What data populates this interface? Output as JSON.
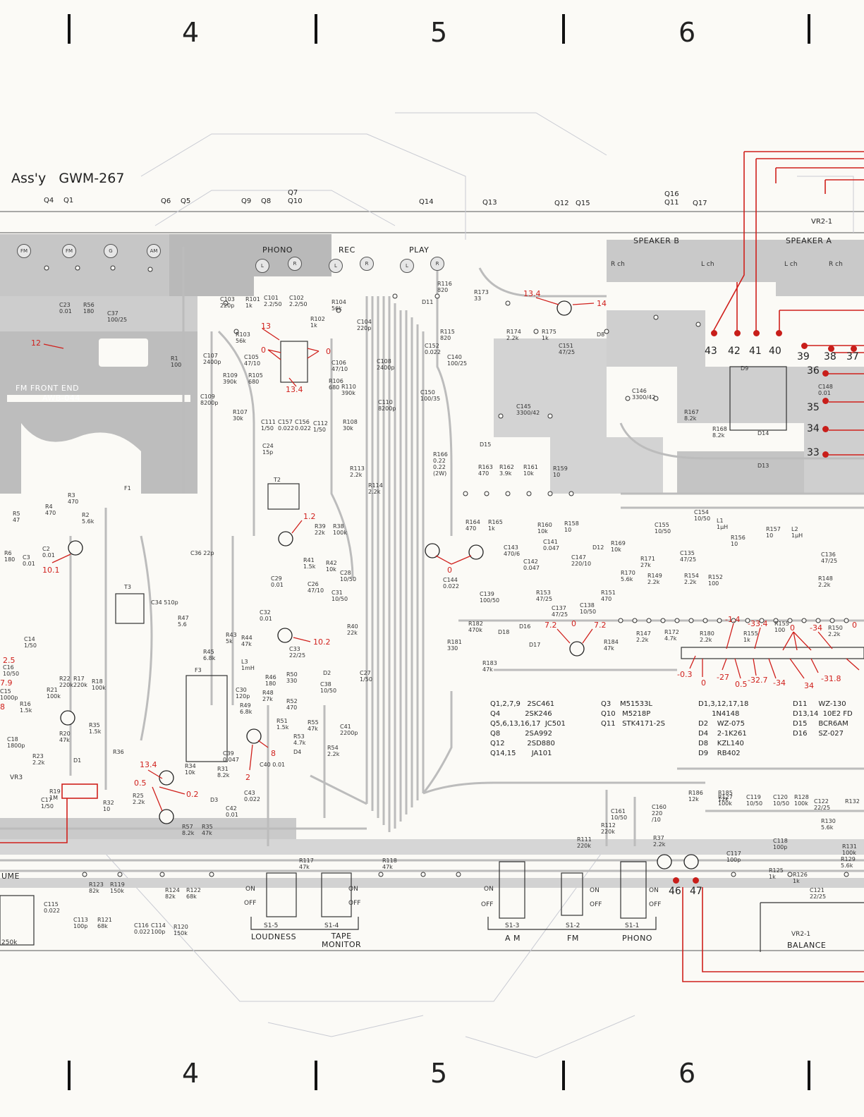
{
  "zones": [
    "4",
    "5",
    "6"
  ],
  "assembly": {
    "title": "Ass'y   GWM-267"
  },
  "header_transistors": [
    {
      "text": "Q4"
    },
    {
      "text": "Q1"
    },
    {
      "text": "Q6"
    },
    {
      "text": "Q5"
    },
    {
      "text": "Q9"
    },
    {
      "text": "Q8"
    },
    {
      "text": "Q7"
    },
    {
      "text": "Q10"
    },
    {
      "text": "Q14"
    },
    {
      "text": "Q13"
    },
    {
      "text": "Q12"
    },
    {
      "text": "Q15"
    },
    {
      "text": "Q16"
    },
    {
      "text": "Q11"
    },
    {
      "text": "Q17"
    },
    {
      "text": "VR2-1"
    }
  ],
  "inputs": {
    "fm1": "FM",
    "fm2": "FM",
    "g": "G",
    "am": "AM",
    "phono": "PHONO",
    "rec": "REC",
    "play": "PLAY",
    "l": "L",
    "r": "R",
    "speaker_b": "SPEAKER  B",
    "speaker_a": "SPEAKER  A",
    "rch": "R ch",
    "lch": "L ch"
  },
  "modules": {
    "front_end": "FM FRONT END",
    "front_end_part": "AWB-044"
  },
  "test_points": [
    "43",
    "42",
    "41",
    "40",
    "39",
    "38",
    "37",
    "36",
    "35",
    "34",
    "33",
    "46",
    "47"
  ],
  "voltages": [
    "13.4",
    "14",
    "12",
    "13",
    "0",
    "0",
    "13.4",
    "1.2",
    "10.1",
    "0",
    "10.2",
    "7.2",
    "0",
    "7.2",
    "2.5",
    "7.9",
    "8",
    "13.4",
    "0.5",
    "0.2",
    "2",
    "8",
    "-1.4",
    "-33.4",
    "0",
    "-34",
    "0",
    "-0.3",
    "0",
    "-27",
    "0.5",
    "-32.7",
    "-34",
    "34",
    "-31.8"
  ],
  "parts_table": {
    "col1": "Q1,2,7,9   2SC461\nQ4           2SK246\nQ5,6,13,16,17  JC501\nQ8           2SA992\nQ12          2SD880\nQ14,15       JA101",
    "col2": "Q3    M51533L\nQ10   M5218P\nQ11   STK4171-2S",
    "col3": "D1,3,12,17,18\n      1N4148\nD2    WZ-075\nD4    2-1K261\nD8    KZL140\nD9    RB402",
    "col4": "D11     WZ-130\nD13,14  10E2 FD\nD15     BCR6AM\nD16     SZ-027"
  },
  "switches": {
    "s15": "S1-5",
    "s14": "S1-4",
    "s13": "S1-3",
    "s12": "S1-2",
    "s11": "S1-1",
    "on": "ON",
    "off": "OFF",
    "loudness": "LOUDNESS",
    "tape_monitor": "TAPE\nMONITOR",
    "am": "A M",
    "fm": "FM",
    "phono": "PHONO"
  },
  "controls": {
    "volume": "UME",
    "balance": "BALANCE",
    "vr21": "VR2-1",
    "vr3": "VR3",
    "vr250": "250k"
  },
  "components": [
    {
      "t": "C23\n0.01"
    },
    {
      "t": "R56\n180"
    },
    {
      "t": "C37\n100/25"
    },
    {
      "t": "C103\n220p"
    },
    {
      "t": "R101\n1k"
    },
    {
      "t": "C101\n2.2/50"
    },
    {
      "t": "C102\n2.2/50"
    },
    {
      "t": "R104\n56k"
    },
    {
      "t": "R102\n1k"
    },
    {
      "t": "C104\n220p"
    },
    {
      "t": "R103\n56k"
    },
    {
      "t": "C105\n47/10"
    },
    {
      "t": "C106\n47/10"
    },
    {
      "t": "C108\n2400p"
    },
    {
      "t": "C107\n2400p"
    },
    {
      "t": "R109\n390k"
    },
    {
      "t": "R105\n680"
    },
    {
      "t": "R106\n680"
    },
    {
      "t": "R110\n390k"
    },
    {
      "t": "C109\n8200p"
    },
    {
      "t": "C110\n8200p"
    },
    {
      "t": "R107\n30k"
    },
    {
      "t": "C111\n1/50"
    },
    {
      "t": "C157\n0.022"
    },
    {
      "t": "C156\n0.022"
    },
    {
      "t": "C112\n1/50"
    },
    {
      "t": "R108\n30k"
    },
    {
      "t": "C24\n15p"
    },
    {
      "t": "R1\n100"
    },
    {
      "t": "T2"
    },
    {
      "t": "F1"
    },
    {
      "t": "T3"
    },
    {
      "t": "F3"
    },
    {
      "t": "R3\n470"
    },
    {
      "t": "R4\n470"
    },
    {
      "t": "R2\n5.6k"
    },
    {
      "t": "R5\n47"
    },
    {
      "t": "C2\n0.01"
    },
    {
      "t": "C3\n0.01"
    },
    {
      "t": "R6\n180"
    },
    {
      "t": "C36 22p"
    },
    {
      "t": "C34 510p"
    },
    {
      "t": "R47\n5.6"
    },
    {
      "t": "R39\n22k"
    },
    {
      "t": "R38\n100k"
    },
    {
      "t": "R41\n1.5k"
    },
    {
      "t": "R42\n10k"
    },
    {
      "t": "C26\n47/10"
    },
    {
      "t": "C28\n10/50"
    },
    {
      "t": "C29\n0.01"
    },
    {
      "t": "C31\n10/50"
    },
    {
      "t": "C32\n0.01"
    },
    {
      "t": "R40\n22k"
    },
    {
      "t": "R43\n5k"
    },
    {
      "t": "R44\n47k"
    },
    {
      "t": "R45\n6.8k"
    },
    {
      "t": "L3\n1mH"
    },
    {
      "t": "C33\n22/25"
    },
    {
      "t": "R46\n180"
    },
    {
      "t": "R50\n330"
    },
    {
      "t": "C38\n10/50"
    },
    {
      "t": "C27\n1/50"
    },
    {
      "t": "D2"
    },
    {
      "t": "C30\n120p"
    },
    {
      "t": "R48\n27k"
    },
    {
      "t": "R49\n6.8k"
    },
    {
      "t": "R52\n470"
    },
    {
      "t": "R51\n1.5k"
    },
    {
      "t": "R53\n4.7k"
    },
    {
      "t": "R55\n47k"
    },
    {
      "t": "R54\n2.2k"
    },
    {
      "t": "C41\n2200p"
    },
    {
      "t": "D4"
    },
    {
      "t": "C39\n0.047"
    },
    {
      "t": "C40 0.01"
    },
    {
      "t": "R34\n10k"
    },
    {
      "t": "R31\n8.2k"
    },
    {
      "t": "C43\n0.022"
    },
    {
      "t": "C42\n0.01"
    },
    {
      "t": "D3"
    },
    {
      "t": "R57\n8.2k"
    },
    {
      "t": "R35\n47k"
    },
    {
      "t": "C14\n1/50"
    },
    {
      "t": "C16\n10/50"
    },
    {
      "t": "C15\n1000p"
    },
    {
      "t": "R22\n220k"
    },
    {
      "t": "R17\n220k"
    },
    {
      "t": "R18\n100k"
    },
    {
      "t": "R21\n100k"
    },
    {
      "t": "R16\n1.5k"
    },
    {
      "t": "R35\n1.5k"
    },
    {
      "t": "C18\n1800p"
    },
    {
      "t": "R20\n47k"
    },
    {
      "t": "D1"
    },
    {
      "t": "R36"
    },
    {
      "t": "R23\n2.2k"
    },
    {
      "t": "R19\n1M"
    },
    {
      "t": "C17\n1/50"
    },
    {
      "t": "R25\n2.2k"
    },
    {
      "t": "R32\n10"
    },
    {
      "t": "R116\n820"
    },
    {
      "t": "R173\n33"
    },
    {
      "t": "D11"
    },
    {
      "t": "R115\n820"
    },
    {
      "t": "C152\n0.022"
    },
    {
      "t": "C140\n100/25"
    },
    {
      "t": "C150\n100/35"
    },
    {
      "t": "R174\n2.2k"
    },
    {
      "t": "R175\n1k"
    },
    {
      "t": "C151\n47/25"
    },
    {
      "t": "D8"
    },
    {
      "t": "C145\n3300/42"
    },
    {
      "t": "C146\n3300/42"
    },
    {
      "t": "R167\n8.2k"
    },
    {
      "t": "R168\n8.2k"
    },
    {
      "t": "D9"
    },
    {
      "t": "C148\n0.01"
    },
    {
      "t": "D14"
    },
    {
      "t": "D13"
    },
    {
      "t": "R166\n0.22\n0.22\n(2W)"
    },
    {
      "t": "D15"
    },
    {
      "t": "R163\n470"
    },
    {
      "t": "R162\n3.9k"
    },
    {
      "t": "R161\n10k"
    },
    {
      "t": "R159\n10"
    },
    {
      "t": "R113\n2.2k"
    },
    {
      "t": "R114\n2.2k"
    },
    {
      "t": "R164\n470"
    },
    {
      "t": "R165\n1k"
    },
    {
      "t": "R160\n10k"
    },
    {
      "t": "R158\n10"
    },
    {
      "t": "C143\n470/6"
    },
    {
      "t": "C141\n0.047"
    },
    {
      "t": "C142\n0.047"
    },
    {
      "t": "C147\n220/10"
    },
    {
      "t": "D12"
    },
    {
      "t": "R169\n10k"
    },
    {
      "t": "R170\n5.6k"
    },
    {
      "t": "R171\n27k"
    },
    {
      "t": "C154\n10/50"
    },
    {
      "t": "C155\n10/50"
    },
    {
      "t": "L1\n1µH"
    },
    {
      "t": "R156\n10"
    },
    {
      "t": "R157\n10"
    },
    {
      "t": "L2\n1µH"
    },
    {
      "t": "C135\n47/25"
    },
    {
      "t": "C136\n47/25"
    },
    {
      "t": "C144\n0.022"
    },
    {
      "t": "C139\n100/50"
    },
    {
      "t": "R153\n47/25"
    },
    {
      "t": "C137\n47/25"
    },
    {
      "t": "C138\n10/50"
    },
    {
      "t": "R151\n470"
    },
    {
      "t": "R149\n2.2k"
    },
    {
      "t": "R154\n2.2k"
    },
    {
      "t": "R152\n100"
    },
    {
      "t": "R148\n2.2k"
    },
    {
      "t": "R182\n470k"
    },
    {
      "t": "D18"
    },
    {
      "t": "D16"
    },
    {
      "t": "D17"
    },
    {
      "t": "R181\n330"
    },
    {
      "t": "R183\n47k"
    },
    {
      "t": "R184\n47k"
    },
    {
      "t": "R147\n2.2k"
    },
    {
      "t": "R172\n4.7k"
    },
    {
      "t": "R180\n2.2k"
    },
    {
      "t": "R155\n1k"
    },
    {
      "t": "R155\n100"
    },
    {
      "t": "R150\n2.2k"
    },
    {
      "t": "R185\n12k"
    },
    {
      "t": "R186\n12k"
    },
    {
      "t": "R127\n100k"
    },
    {
      "t": "C119\n10/50"
    },
    {
      "t": "C120\n10/50"
    },
    {
      "t": "R128\n100k"
    },
    {
      "t": "C122\n22/25"
    },
    {
      "t": "R132"
    },
    {
      "t": "C161\n10/50"
    },
    {
      "t": "C160\n220\n/10"
    },
    {
      "t": "R37\n2.2k"
    },
    {
      "t": "R111\n220k"
    },
    {
      "t": "R112\n220k"
    },
    {
      "t": "C117\n100p"
    },
    {
      "t": "R125\n1k"
    },
    {
      "t": "C118\n100p"
    },
    {
      "t": "R126\n1k"
    },
    {
      "t": "R130\n5.6k"
    },
    {
      "t": "R129\n5.6k"
    },
    {
      "t": "R131\n100k"
    },
    {
      "t": "C121\n22/25"
    },
    {
      "t": "R117\n47k"
    },
    {
      "t": "R118\n47k"
    },
    {
      "t": "C115\n0.022"
    },
    {
      "t": "R123\n82k"
    },
    {
      "t": "R119\n150k"
    },
    {
      "t": "C113\n100p"
    },
    {
      "t": "R121\n68k"
    },
    {
      "t": "R124\n82k"
    },
    {
      "t": "R122\n68k"
    },
    {
      "t": "C116\n0.022"
    },
    {
      "t": "C114\n100p"
    },
    {
      "t": "R120\n150k"
    }
  ]
}
